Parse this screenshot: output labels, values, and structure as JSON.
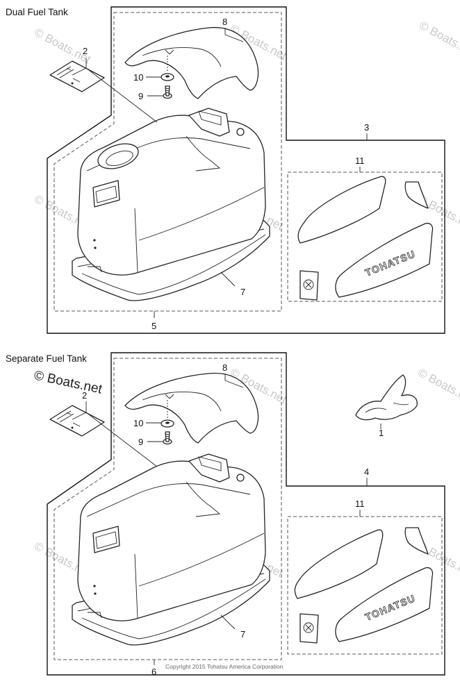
{
  "sections": [
    {
      "title": "Dual Fuel Tank",
      "callouts": [
        "2",
        "8",
        "10",
        "9",
        "3",
        "11",
        "7",
        "5"
      ]
    },
    {
      "title": "Separate Fuel Tank",
      "callouts": [
        "8",
        "2",
        "10",
        "9",
        "1",
        "4",
        "11",
        "7",
        "6"
      ]
    }
  ],
  "decal_brand": "TOHATSU",
  "watermark": "© Boats.net",
  "watermark_prominent": "© Boats.net",
  "copyright": "Copyright 2015 Tohatsu America Corporation"
}
